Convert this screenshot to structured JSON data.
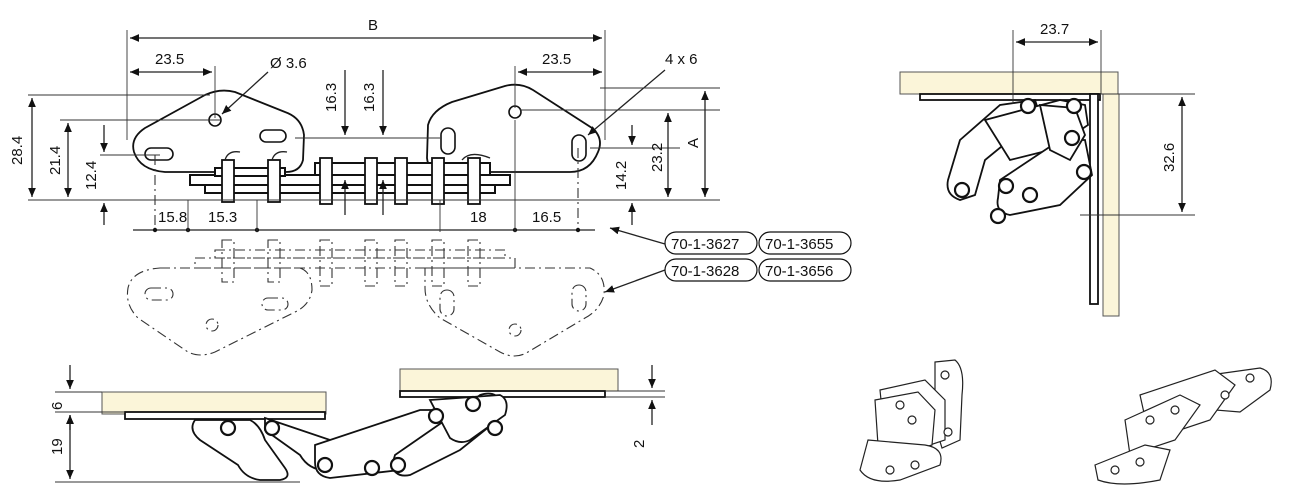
{
  "dimensions": {
    "b": "B",
    "left_23_5": "23.5",
    "hole_dia": "Ø 3.6",
    "slot_16_3_a": "16.3",
    "slot_16_3_b": "16.3",
    "right_23_5": "23.5",
    "slot_4x6": "4 x 6",
    "h_28_4": "28.4",
    "h_21_4": "21.4",
    "h_12_4": "12.4",
    "h_14_2": "14.2",
    "h_23_2": "23.2",
    "a": "A",
    "b_15_8": "15.8",
    "b_15_3": "15.3",
    "b_18": "18",
    "b_16_5": "16.5",
    "side_6": "6",
    "side_19": "19",
    "side_2": "2",
    "right_23_7": "23.7",
    "right_32_6": "32.6"
  },
  "part_numbers": {
    "p1": "70-1-3627",
    "p2": "70-1-3655",
    "p3": "70-1-3628",
    "p4": "70-1-3656"
  }
}
